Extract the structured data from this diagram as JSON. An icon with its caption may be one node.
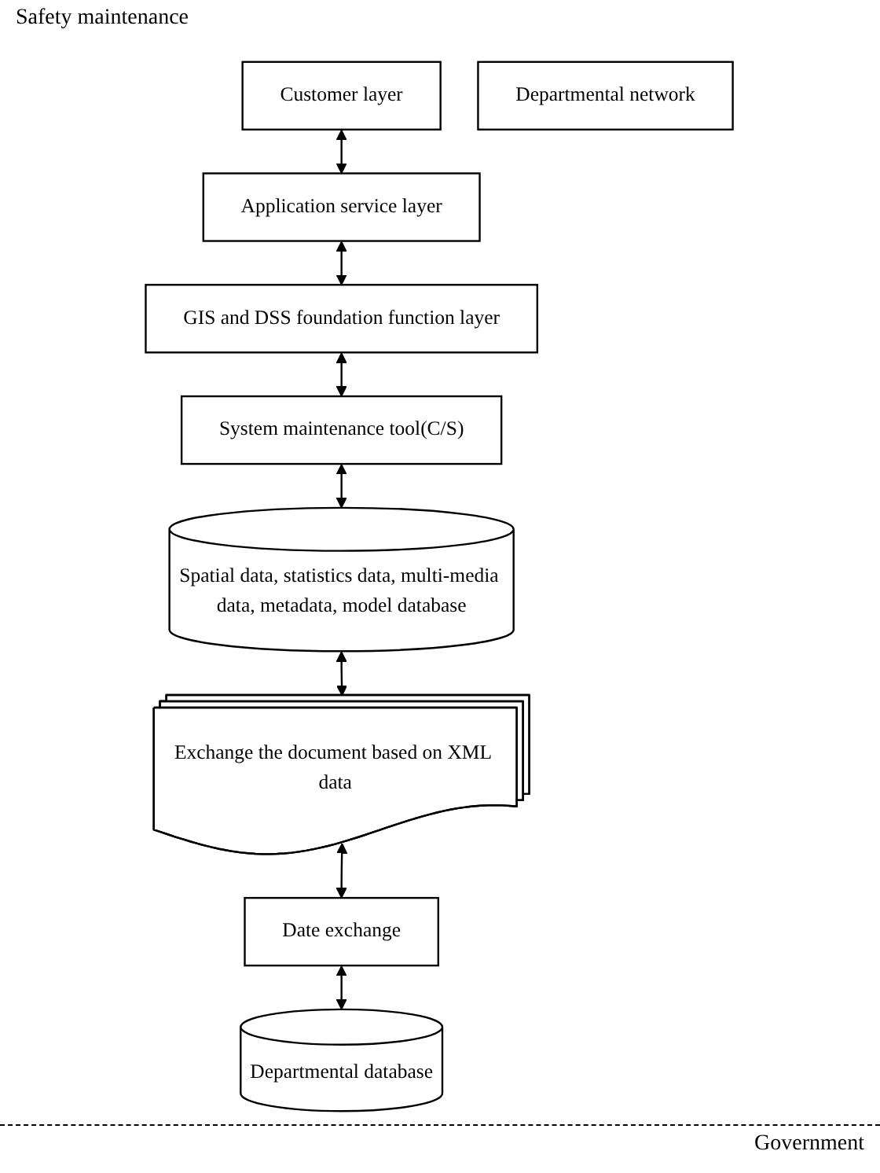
{
  "diagram": {
    "nodes": [
      {
        "text": [
          "Customer layer"
        ]
      },
      {
        "text": [
          "Application service layer"
        ]
      },
      {
        "text": [
          "GIS and DSS foundation function layer"
        ]
      },
      {
        "text": [
          "System maintenance tool(C/S)"
        ]
      },
      {
        "text": [
          "Spatial data, statistics data, multi-media data, metadata, model database"
        ]
      },
      {
        "text": [
          "Exchange the document based on XML data"
        ]
      },
      {
        "text": [
          "Date exchange"
        ]
      },
      {
        "text": [
          "Departmental network"
        ]
      },
      {
        "text": [
          "Departmental database"
        ]
      }
    ],
    "edges": [
      {
        "from": 0,
        "to": 1,
        "arrow": "both"
      },
      {
        "from": 1,
        "to": 2,
        "arrow": "both"
      },
      {
        "from": 2,
        "to": 3,
        "arrow": "both"
      },
      {
        "from": 3,
        "to": 4,
        "arrow": "both"
      },
      {
        "from": 4,
        "to": 5,
        "arrow": "both"
      },
      {
        "from": 5,
        "to": 6,
        "arrow": "both"
      },
      {
        "from": 6,
        "to": 8,
        "arrow": "both"
      }
    ],
    "labels": [
      "Safety maintenance",
      "Government"
    ]
  }
}
